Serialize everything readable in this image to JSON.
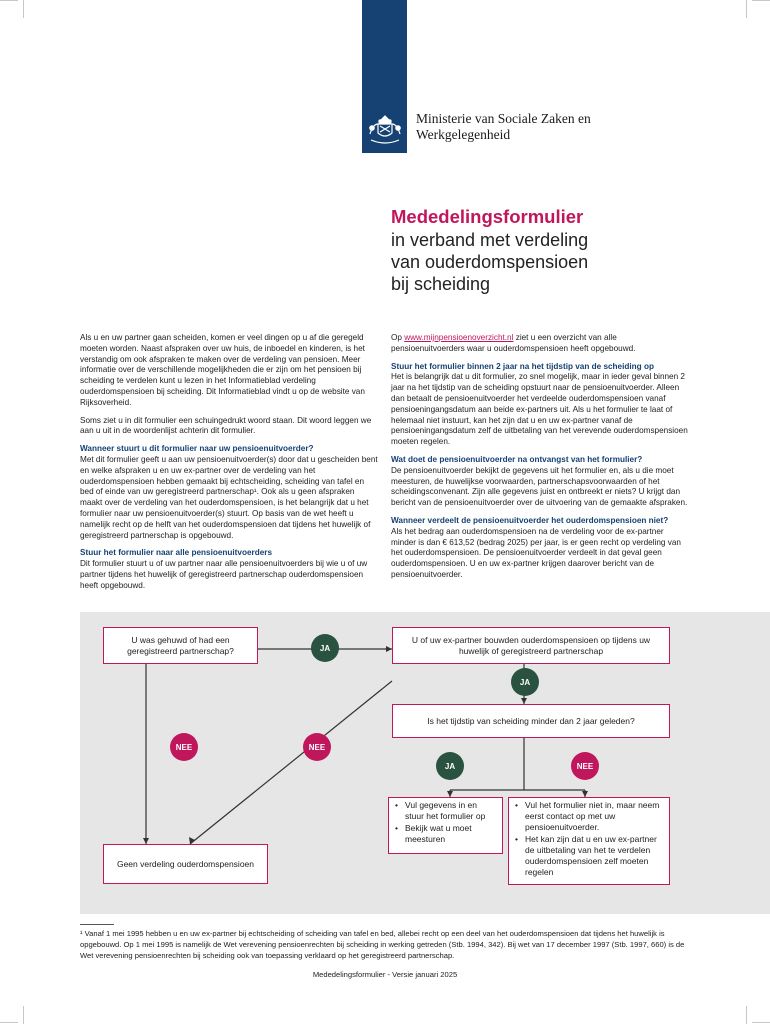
{
  "header": {
    "ministry_line1": "Ministerie van Sociale Zaken en",
    "ministry_line2": "Werkgelegenheid"
  },
  "title": {
    "main": "Mededelingsformulier",
    "sub1": "in verband met verdeling",
    "sub2": "van ouderdomspensioen",
    "sub3": "bij scheiding"
  },
  "left": {
    "p1": "Als u en uw partner gaan scheiden, komen er veel dingen op u af die geregeld moeten worden. Naast afspraken over uw huis, de inboedel en kinderen, is het verstandig om ook afspraken te maken over de verdeling van pensioen. Meer informatie over de verschillende mogelijkheden die er zijn om het pensioen bij scheiding te verdelen kunt u lezen in het Informatieblad verdeling ouderdomspensioen bij scheiding. Dit Informatieblad vindt u op de website van Rijksoverheid.",
    "p2": "Soms ziet u in dit formulier een schuingedrukt woord staan. Dit woord leggen we aan u uit in de woordenlijst achterin dit formulier.",
    "h1": "Wanneer stuurt u dit formulier naar uw pensioenuitvoerder?",
    "p3": "Met dit formulier geeft u aan uw pensioenuitvoerder(s) door dat u gescheiden bent en welke afspraken u en uw ex-partner over de verdeling van het ouderdomspensioen hebben gemaakt bij echtscheiding, scheiding van tafel en bed of einde van uw geregistreerd partnerschap¹. Ook als u geen afspraken maakt over de verdeling van het ouderdomspensioen, is het belangrijk dat u het formulier naar uw pensioenuitvoerder(s) stuurt. Op basis van de wet heeft u namelijk recht op de helft van het ouderdomspensioen dat tijdens het huwelijk of geregistreerd partnerschap is opgebouwd.",
    "h2": "Stuur het formulier naar alle pensioenuitvoerders",
    "p4": "Dit formulier stuurt u of uw partner naar alle pensioenuitvoerders bij wie u of uw partner tijdens het huwelijk of geregistreerd partnerschap ouderdomspensioen heeft opgebouwd."
  },
  "right": {
    "p1_pre": "Op",
    "p1_link": "www.mijnpensioenoverzicht.nl",
    "p1_post": "ziet u een overzicht van alle pensioenuitvoerders waar u ouderdomspensioen heeft opgebouwd.",
    "h1": "Stuur het formulier binnen 2 jaar na het tijdstip van de scheiding op",
    "p2": "Het is belangrijk dat u dit formulier, zo snel mogelijk, maar in ieder geval binnen 2 jaar na het tijdstip van de scheiding opstuurt naar de pensioenuitvoerder. Alleen dan betaalt de pensioenuitvoerder het verdeelde ouderdomspensioen vanaf pensioeningangsdatum aan beide ex-partners uit. Als u het formulier te laat of helemaal niet instuurt, kan het zijn dat u en uw ex-partner vanaf de pensioeningangsdatum zelf de uitbetaling van het verevende ouderdomspensioen moeten regelen.",
    "h2": "Wat doet de pensioenuitvoerder na ontvangst van het formulier?",
    "p3": "De pensioenuitvoerder bekijkt de gegevens uit het formulier en, als u die moet meesturen, de huwelijkse voorwaarden, partnerschapsvoorwaarden of het scheidingsconvenant. Zijn alle gegevens juist en ontbreekt er niets? U krijgt dan bericht van de pensioenuitvoerder over de uitvoering van de gemaakte afspraken.",
    "h3": "Wanneer verdeelt de pensioenuitvoerder het ouderdomspensioen niet?",
    "p4": "Als het bedrag aan ouderdomspensioen na de verdeling voor de ex-partner minder is dan € 613,52 (bedrag 2025) per jaar, is er geen recht op verdeling van het ouderdomspensioen. De pensioenuitvoerder verdeelt in dat geval geen ouderdomspensioen. U en uw ex-partner krijgen daarover bericht van de pensioenuitvoerder."
  },
  "flow": {
    "q1": "U was gehuwd of had een geregistreerd partnerschap?",
    "a1": "U of uw ex-partner bouwden ouderdomspensioen op tijdens uw huwelijk of geregistreerd partnerschap",
    "q2": "Is het tijdstip van scheiding minder dan 2 jaar geleden?",
    "none": "Geen verdeling ouderdomspensioen",
    "ja": "JA",
    "nee": "NEE",
    "ja_bullets": [
      "Vul gegevens in en stuur het formulier op",
      "Bekijk wat u moet meesturen"
    ],
    "nee_bullets": [
      "Vul het formulier niet in, maar neem eerst contact op met uw pensioenuitvoerder.",
      "Het kan zijn dat u en uw ex-partner de uitbetaling van het te verdelen ouderdomspensioen zelf moeten regelen"
    ]
  },
  "footnote": {
    "mark": "¹",
    "text": "Vanaf 1 mei 1995 hebben u en uw ex-partner bij echtscheiding of scheiding van tafel en bed, allebei recht op een deel van het ouderdomspensioen dat tijdens het huwelijk is opgebouwd. Op 1 mei 1995 is namelijk de Wet verevening pensioenrechten bij scheiding in werking getreden (Stb. 1994, 342). Bij wet van 17 december 1997 (Stb. 1997, 660) is de Wet verevening pensioenrechten bij scheiding ook van toepassing verklaard op het geregistreerd partnerschap."
  },
  "footer": "Mededelingsformulier - Versie januari 2025",
  "colors": {
    "brand_blue": "#154273",
    "accent": "#c0175c",
    "ja_green": "#2a5240",
    "diagram_bg": "#e6e6e6"
  }
}
